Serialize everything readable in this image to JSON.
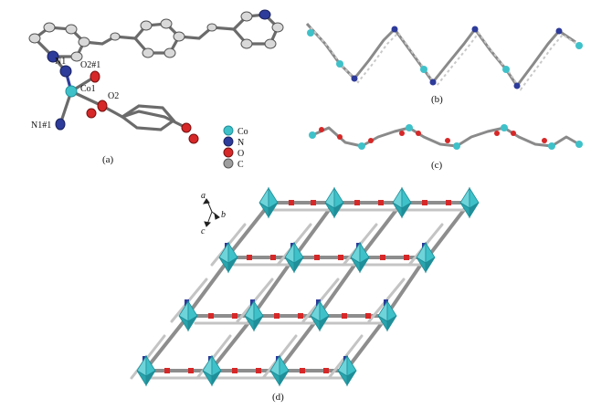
{
  "panels": {
    "a": {
      "label": "(a)"
    },
    "b": {
      "label": "(b)"
    },
    "c": {
      "label": "(c)"
    },
    "d": {
      "label": "(d)"
    }
  },
  "atom_labels": {
    "n1": "N1",
    "o2_1": "O2#1",
    "co1": "Co1",
    "o2": "O2",
    "n1_1": "N1#1"
  },
  "legend": [
    {
      "key": "co",
      "label": "Co",
      "color": "#3fc1c9"
    },
    {
      "key": "n",
      "label": "N",
      "color": "#2d3b9a"
    },
    {
      "key": "o",
      "label": "O",
      "color": "#d62828"
    },
    {
      "key": "c",
      "label": "C",
      "color": "#9e9e9e"
    }
  ],
  "axes": {
    "a": "a",
    "b": "b",
    "c": "c"
  },
  "colors": {
    "cobalt": "#3fc1c9",
    "cobalt_dark": "#1f8f99",
    "nitrogen": "#2d3b9a",
    "oxygen": "#d62828",
    "carbon": "#9e9e9e",
    "carbon_dark": "#5a5a5a"
  }
}
